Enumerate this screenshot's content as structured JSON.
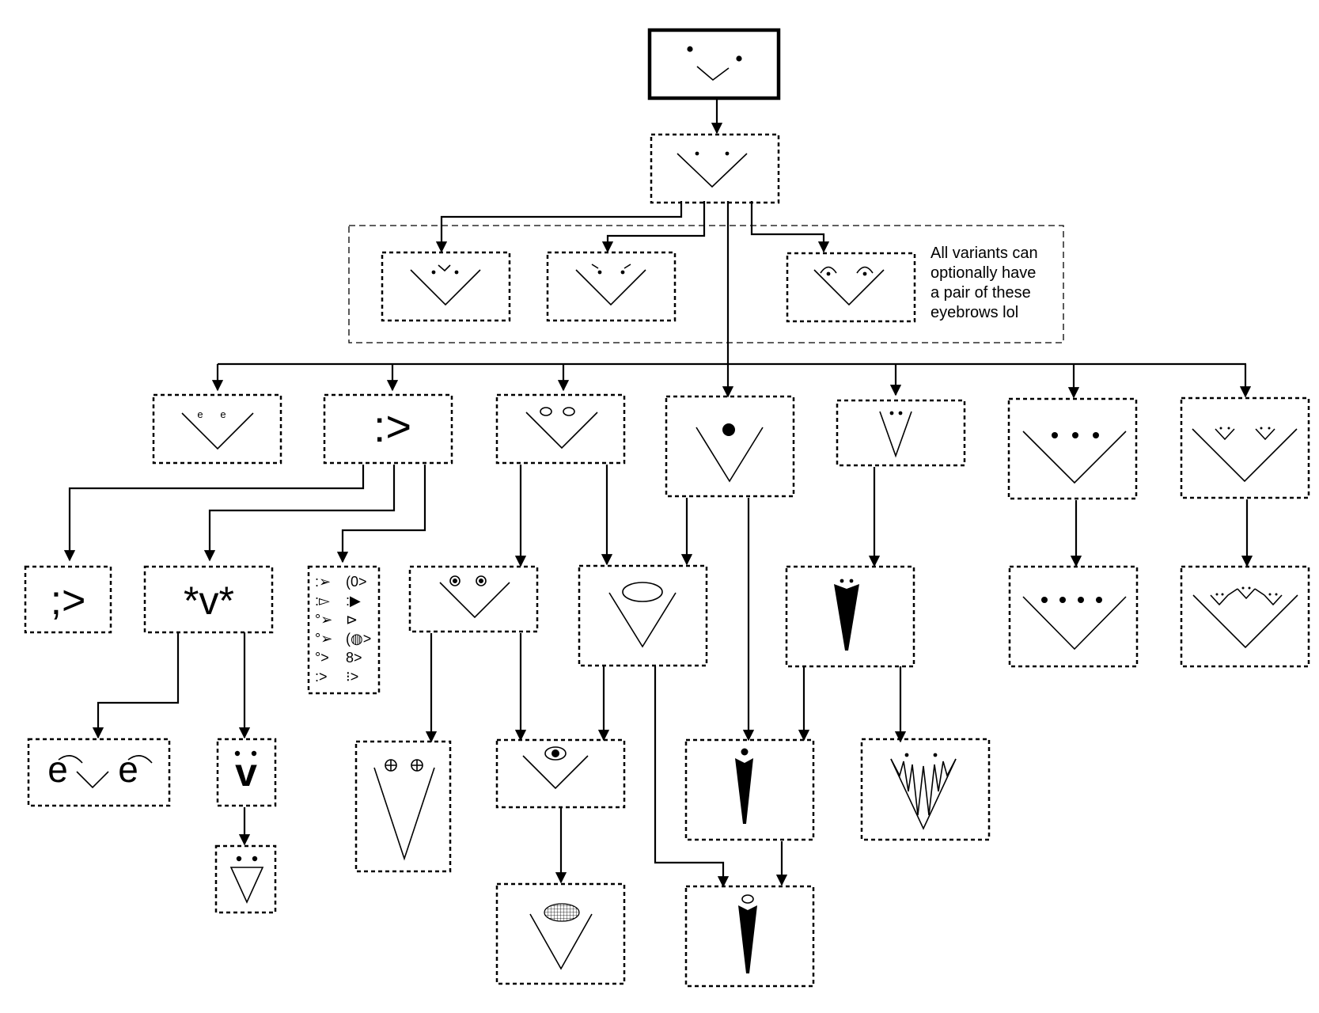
{
  "note": {
    "lines": [
      "All variants can",
      "optionally have",
      "a pair of these",
      "eyebrows lol"
    ]
  },
  "nodes": {
    "n2": ":>",
    "n8": ";>",
    "n9": "*v*",
    "n10": {
      "left": [
        ":➢",
        ":▻",
        "°➢",
        "°➢",
        "°>",
        ":>"
      ],
      "right": [
        "(0>",
        ":▶",
        "⊳",
        "(◍>",
        "8>",
        "⁝>"
      ]
    },
    "n13": "ë",
    "n13b": "ë",
    "n14": "v̈",
    "n15": "∇̈",
    "n_e": "e"
  },
  "colors": {
    "ink": "#000000",
    "background": "#ffffff"
  }
}
